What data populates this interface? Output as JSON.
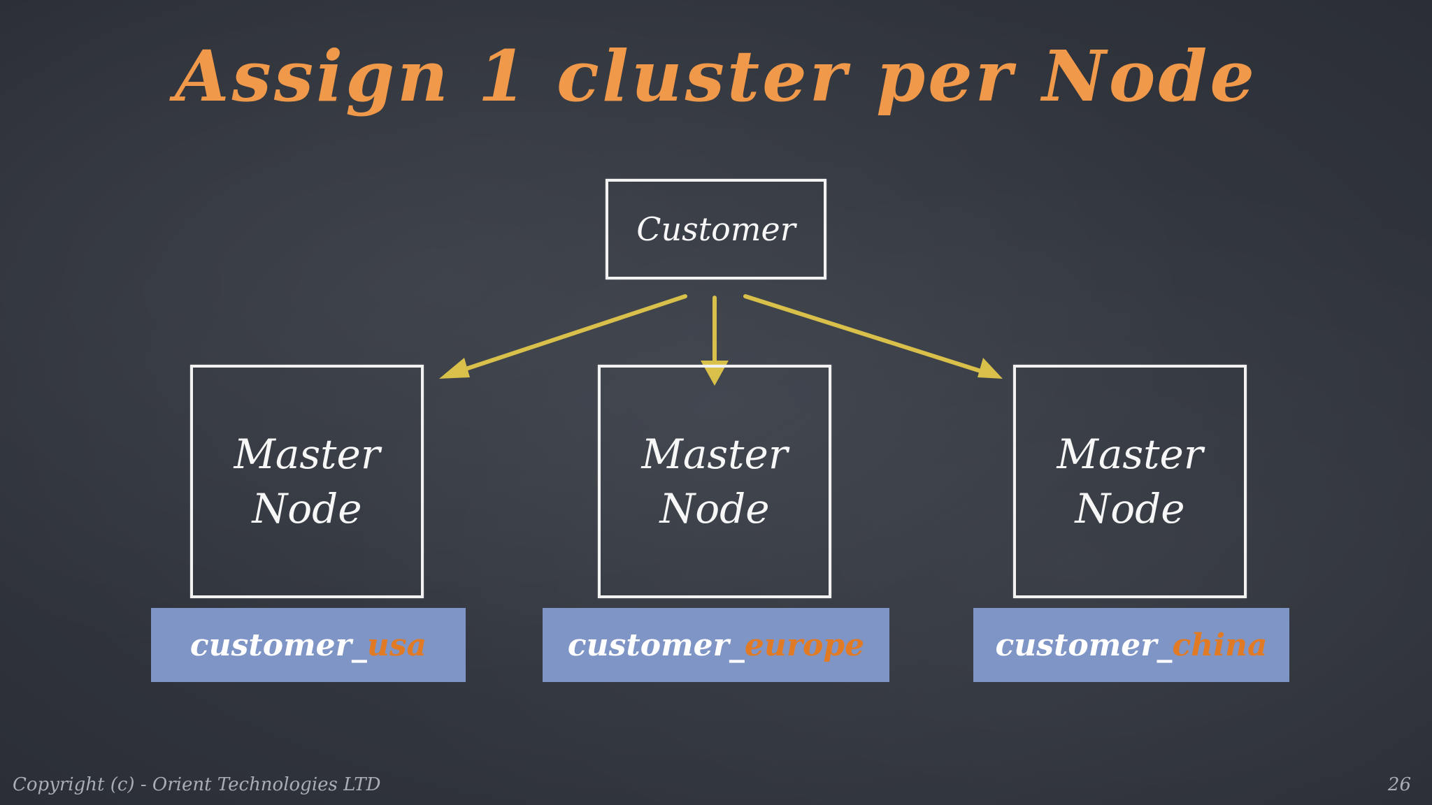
{
  "slide": {
    "title": "Assign 1 cluster per Node",
    "page_number": "26",
    "footer": "Copyright (c) - Orient Technologies LTD"
  },
  "diagram": {
    "root": {
      "label": "Customer"
    },
    "nodes": [
      {
        "line1": "Master",
        "line2": "Node",
        "cluster_prefix": "customer_",
        "cluster_suffix": "usa"
      },
      {
        "line1": "Master",
        "line2": "Node",
        "cluster_prefix": "customer_",
        "cluster_suffix": "europe"
      },
      {
        "line1": "Master",
        "line2": "Node",
        "cluster_prefix": "customer_",
        "cluster_suffix": "china"
      }
    ]
  },
  "colors": {
    "title": "#f0994b",
    "arrow": "#d9c04a",
    "cluster_bg": "#7f95c6",
    "cluster_suffix": "#e07a25",
    "chalk_white": "#f2f2f2"
  }
}
